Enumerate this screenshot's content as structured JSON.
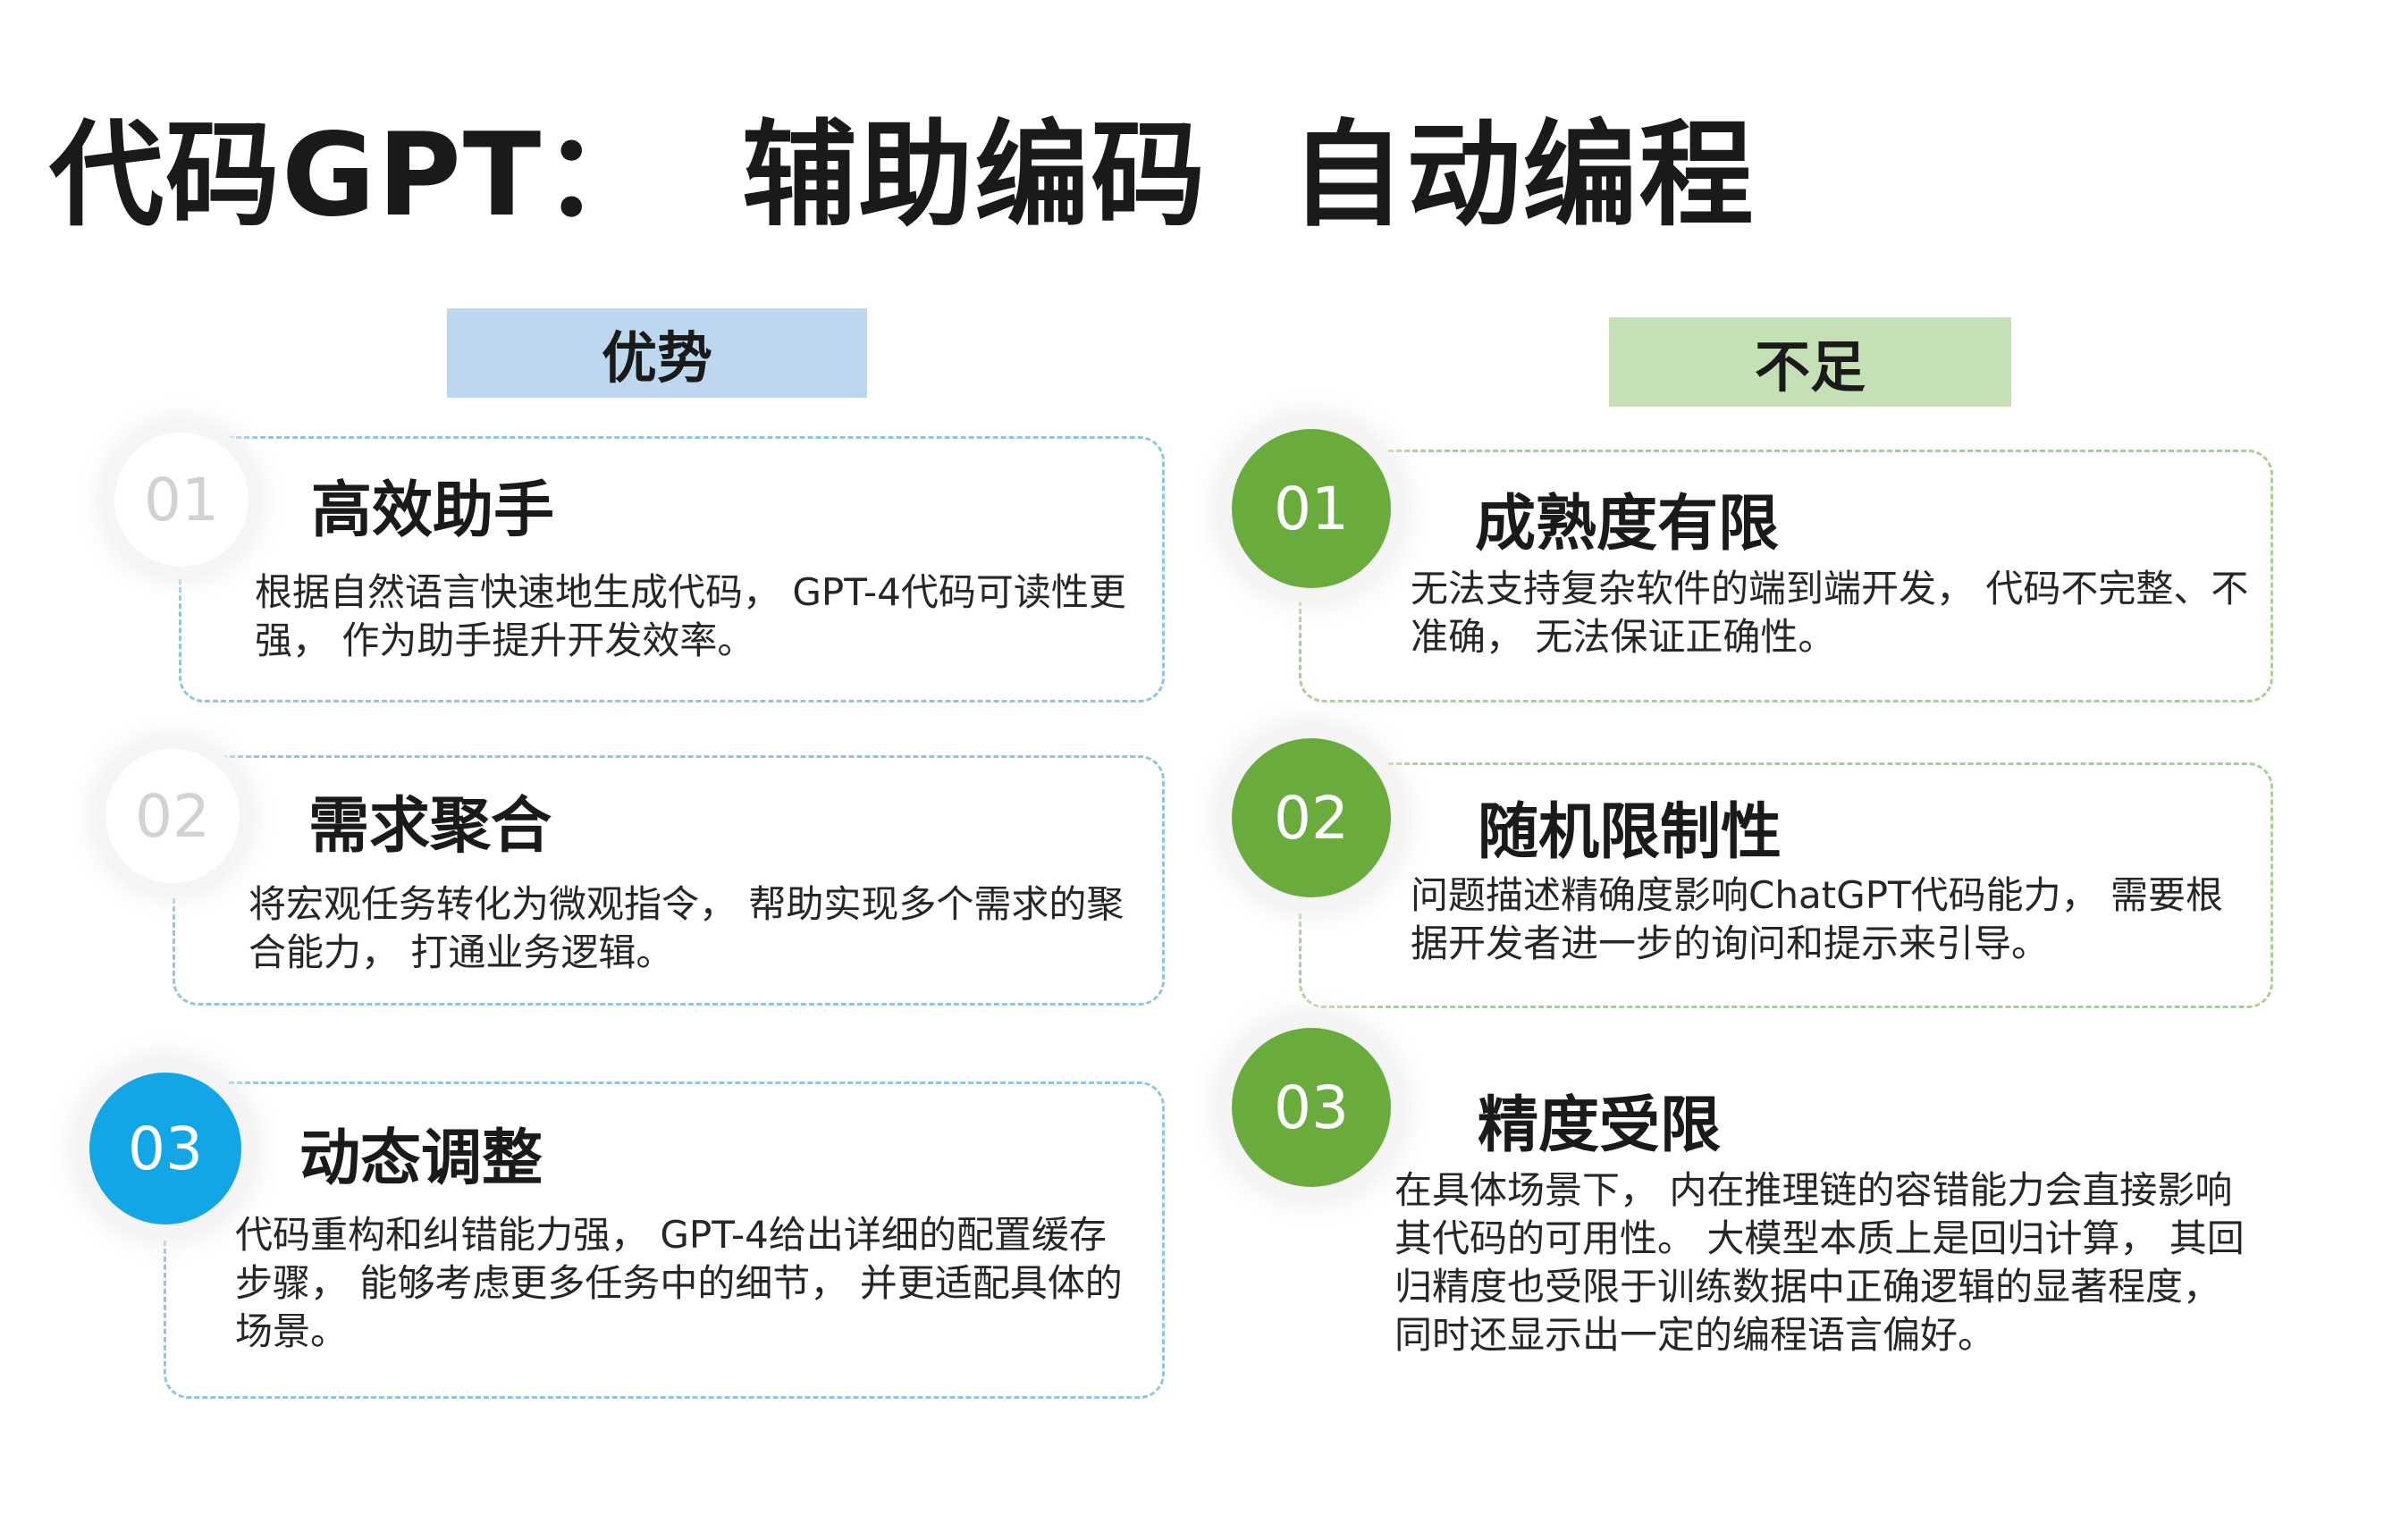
{
  "title": "代码GPT：  辅助编码  自动编程",
  "advantages": {
    "header": "优势",
    "items": [
      {
        "num": "01",
        "title": "高效助手",
        "body": "根据自然语言快速地生成代码，  GPT-4代码可读性更强，  作为助手提升开发效率。"
      },
      {
        "num": "02",
        "title": "需求聚合",
        "body": "将宏观任务转化为微观指令，  帮助实现多个需求的聚合能力，  打通业务逻辑。"
      },
      {
        "num": "03",
        "title": "动态调整",
        "body": "代码重构和纠错能力强，  GPT-4给出详细的配置缓存步骤，  能够考虑更多任务中的细节，  并更适配具体的场景。"
      }
    ]
  },
  "disadvantages": {
    "header": "不足",
    "items": [
      {
        "num": "01",
        "title": "成熟度有限",
        "body": "无法支持复杂软件的端到端开发，  代码不完整、不准确，  无法保证正确性。"
      },
      {
        "num": "02",
        "title": "随机限制性",
        "body": "问题描述精确度影响ChatGPT代码能力，  需要根据开发者进一步的询问和提示来引导。"
      },
      {
        "num": "03",
        "title": "精度受限",
        "body": "在具体场景下，  内在推理链的容错能力会直接影响其代码的可用性。  大模型本质上是回归计算，  其回归精度也受限于训练数据中正确逻辑的显著程度，  同时还显示出一定的编程语言偏好。"
      }
    ]
  },
  "colors": {
    "blue_header": "#bdd7ee",
    "green_header": "#c5e0b4",
    "blue_circle": "#13a6e6",
    "green_circle": "#6aab3e"
  }
}
